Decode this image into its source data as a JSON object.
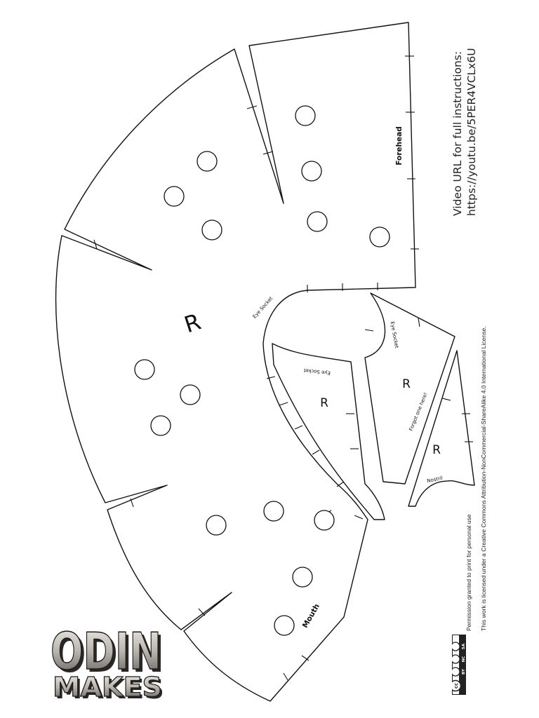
{
  "sheet": {
    "video_line1": "Video URL for full instructions:",
    "video_line2": "https://youtu.be/5PER4VCLx6U",
    "permission": "Permission granted to print for personal use",
    "license": "This work is licensed under a Creative Commons Attribution-NonCommercial-ShareAlike 4.0 International License."
  },
  "pieces": {
    "main_mark": "R",
    "forehead": "Forehead",
    "mouth": "Mouth",
    "eye_socket_main": "Eye Socket",
    "eye_socket_inner": "Eye Socket",
    "eye_socket_right": "Eye Socket",
    "inner_mark": "R",
    "middle_mark": "R",
    "nostril_mark": "R",
    "forgot_note": "Forgot one here!",
    "nostril": "Nostril"
  },
  "badge": {
    "cc": "cc",
    "by": "BY",
    "nc": "NC",
    "sa": "SA"
  },
  "logo": {
    "word1": "ODIN",
    "word2": "MAKES"
  },
  "colors": {
    "ink": "#111111",
    "logo_light": "#d9d6d2",
    "logo_dark": "#3a3836"
  }
}
